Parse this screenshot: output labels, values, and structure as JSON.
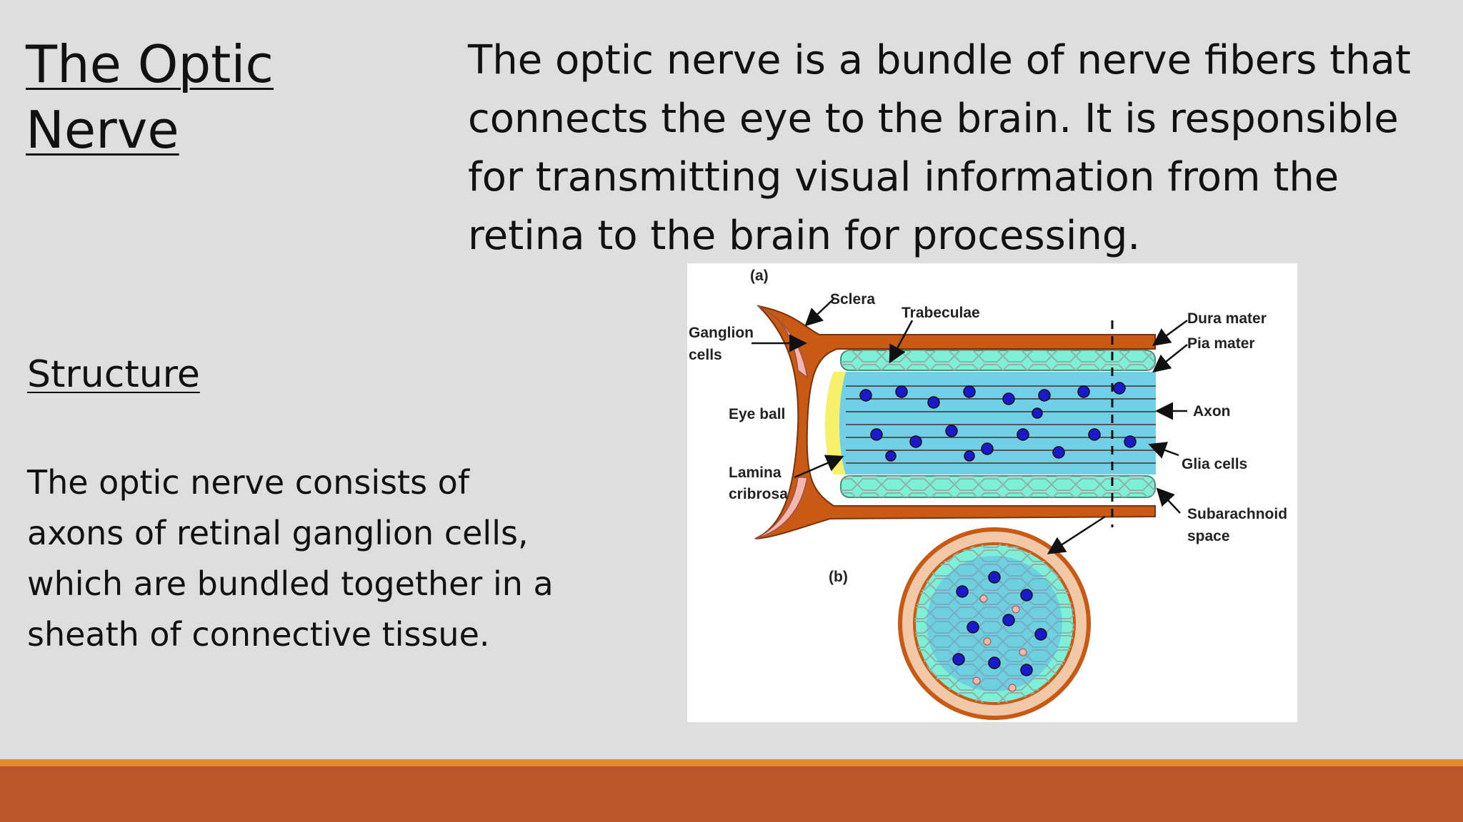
{
  "slide": {
    "title": "The Optic Nerve",
    "intro": "The optic nerve is a bundle of nerve fibers that connects the eye to the brain. It is responsible for transmitting visual information from the retina to the brain for processing.",
    "subheading": "Structure",
    "body": "The optic nerve consists of axons of retinal ganglion cells, which are bundled together in a sheath of connective tissue."
  },
  "diagram": {
    "panel_a": "(a)",
    "panel_b": "(b)",
    "labels": {
      "sclera": "Sclera",
      "trabeculae": "Trabeculae",
      "ganglion_1": "Ganglion",
      "ganglion_2": "cells",
      "eye_ball": "Eye ball",
      "lamina_1": "Lamina",
      "lamina_2": "cribrosa",
      "dura": "Dura mater",
      "pia": "Pia mater",
      "axon": "Axon",
      "glia": "Glia cells",
      "subarach_1": "Subarachnoid",
      "subarach_2": "space"
    }
  },
  "colors": {
    "background": "#dedede",
    "footer_accent": "#e28a2d",
    "footer_bar": "#bb562b",
    "sheath": "#c85a16",
    "nerve_fill": "#7ff0d8",
    "glia": "#1a1acc"
  }
}
